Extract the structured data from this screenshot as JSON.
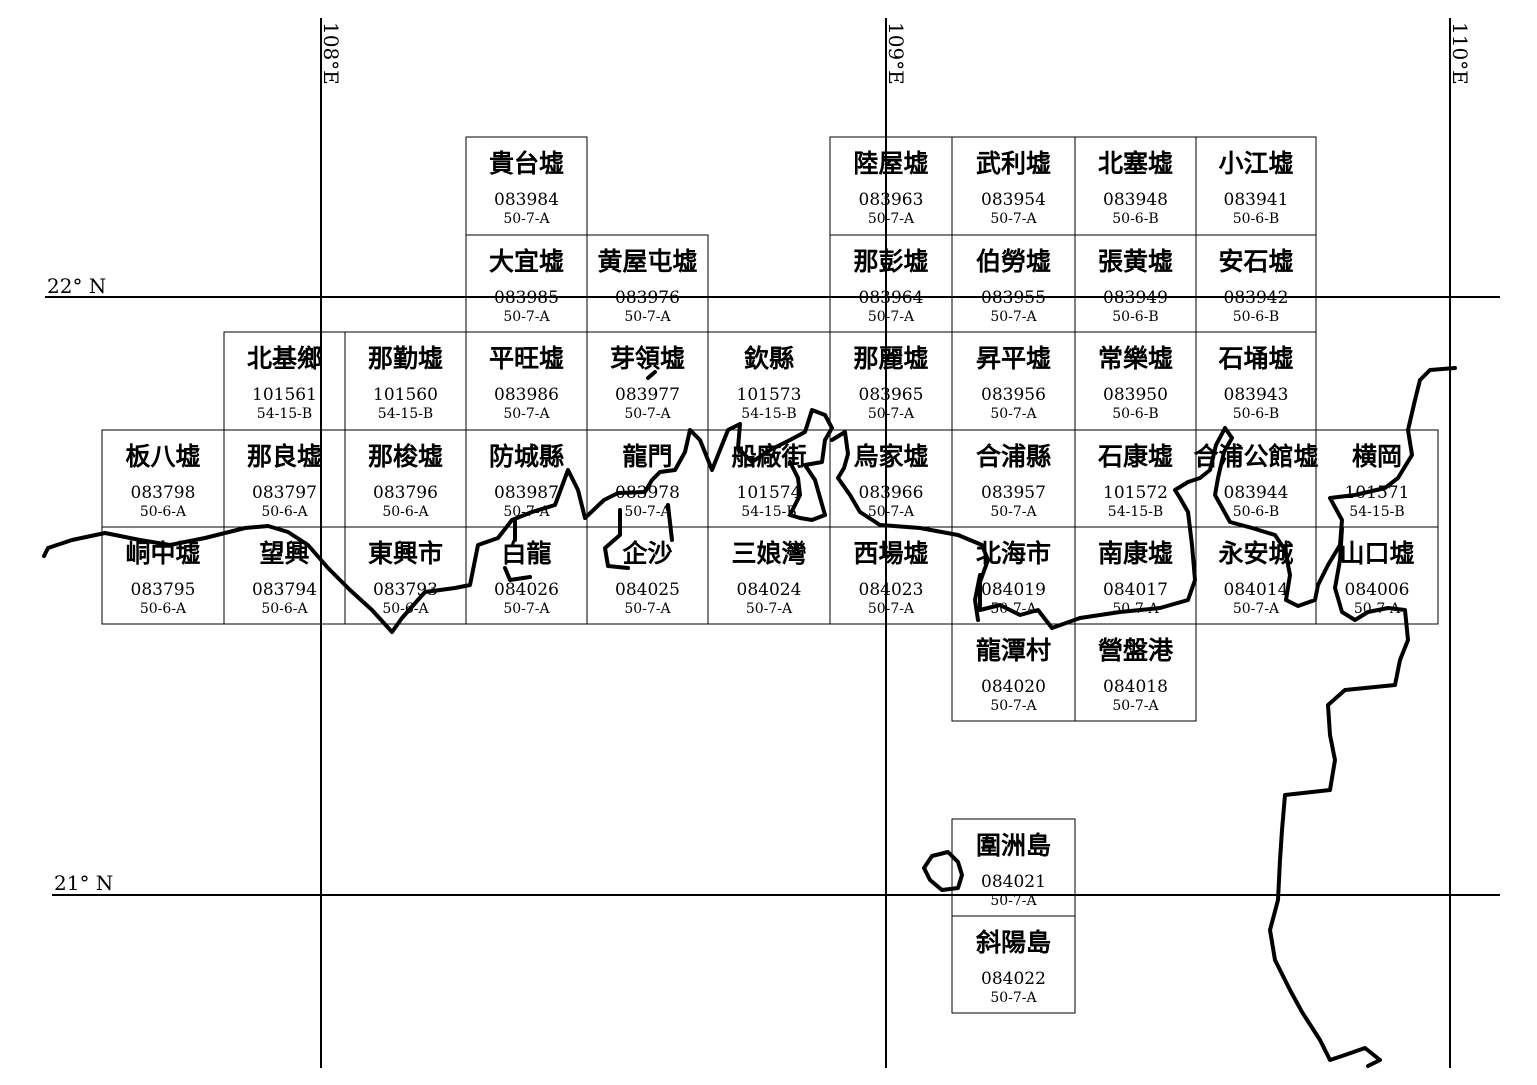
{
  "graticule": {
    "longitudes": [
      "108°E",
      "109°E",
      "110°E"
    ],
    "latitudes": [
      "22° N",
      "21° N"
    ]
  },
  "tiles": [
    {
      "name": "貴台墟",
      "code": "083984",
      "sheet": "50-7-A"
    },
    {
      "name": "陸屋墟",
      "code": "083963",
      "sheet": "50-7-A"
    },
    {
      "name": "武利墟",
      "code": "083954",
      "sheet": "50-7-A"
    },
    {
      "name": "北塞墟",
      "code": "083948",
      "sheet": "50-6-B"
    },
    {
      "name": "小江墟",
      "code": "083941",
      "sheet": "50-6-B"
    },
    {
      "name": "大宜墟",
      "code": "083985",
      "sheet": "50-7-A"
    },
    {
      "name": "黄屋屯墟",
      "code": "083976",
      "sheet": "50-7-A"
    },
    {
      "name": "那彭墟",
      "code": "083964",
      "sheet": "50-7-A"
    },
    {
      "name": "伯勞墟",
      "code": "083955",
      "sheet": "50-7-A"
    },
    {
      "name": "張黄墟",
      "code": "083949",
      "sheet": "50-6-B"
    },
    {
      "name": "安石墟",
      "code": "083942",
      "sheet": "50-6-B"
    },
    {
      "name": "北基鄉",
      "code": "101561",
      "sheet": "54-15-B"
    },
    {
      "name": "那勤墟",
      "code": "101560",
      "sheet": "54-15-B"
    },
    {
      "name": "平旺墟",
      "code": "083986",
      "sheet": "50-7-A"
    },
    {
      "name": "芽領墟",
      "code": "083977",
      "sheet": "50-7-A"
    },
    {
      "name": "欽縣",
      "code": "101573",
      "sheet": "54-15-B"
    },
    {
      "name": "那麗墟",
      "code": "083965",
      "sheet": "50-7-A"
    },
    {
      "name": "昇平墟",
      "code": "083956",
      "sheet": "50-7-A"
    },
    {
      "name": "常樂墟",
      "code": "083950",
      "sheet": "50-6-B"
    },
    {
      "name": "石埇墟",
      "code": "083943",
      "sheet": "50-6-B"
    },
    {
      "name": "板八墟",
      "code": "083798",
      "sheet": "50-6-A"
    },
    {
      "name": "那良墟",
      "code": "083797",
      "sheet": "50-6-A"
    },
    {
      "name": "那梭墟",
      "code": "083796",
      "sheet": "50-6-A"
    },
    {
      "name": "防城縣",
      "code": "083987",
      "sheet": "50-7-A"
    },
    {
      "name": "龍門",
      "code": "083978",
      "sheet": "50-7-A"
    },
    {
      "name": "船廠街",
      "code": "101574",
      "sheet": "54-15-B"
    },
    {
      "name": "烏家墟",
      "code": "083966",
      "sheet": "50-7-A"
    },
    {
      "name": "合浦縣",
      "code": "083957",
      "sheet": "50-7-A"
    },
    {
      "name": "石康墟",
      "code": "101572",
      "sheet": "54-15-B"
    },
    {
      "name": "合浦公館墟",
      "code": "083944",
      "sheet": "50-6-B"
    },
    {
      "name": "横岡",
      "code": "101571",
      "sheet": "54-15-B"
    },
    {
      "name": "峒中墟",
      "code": "083795",
      "sheet": "50-6-A"
    },
    {
      "name": "望興",
      "code": "083794",
      "sheet": "50-6-A"
    },
    {
      "name": "東興市",
      "code": "083793",
      "sheet": "50-6-A"
    },
    {
      "name": "白龍",
      "code": "084026",
      "sheet": "50-7-A"
    },
    {
      "name": "企沙",
      "code": "084025",
      "sheet": "50-7-A"
    },
    {
      "name": "三娘灣",
      "code": "084024",
      "sheet": "50-7-A"
    },
    {
      "name": "西場墟",
      "code": "084023",
      "sheet": "50-7-A"
    },
    {
      "name": "北海市",
      "code": "084019",
      "sheet": "50-7-A"
    },
    {
      "name": "南康墟",
      "code": "084017",
      "sheet": "50-7-A"
    },
    {
      "name": "永安城",
      "code": "084014",
      "sheet": "50-7-A"
    },
    {
      "name": "山口墟",
      "code": "084006",
      "sheet": "50-7-A"
    },
    {
      "name": "龍潭村",
      "code": "084020",
      "sheet": "50-7-A"
    },
    {
      "name": "營盤港",
      "code": "084018",
      "sheet": "50-7-A"
    },
    {
      "name": "圍洲島",
      "code": "084021",
      "sheet": "50-7-A"
    },
    {
      "name": "斜陽島",
      "code": "084022",
      "sheet": "50-7-A"
    }
  ]
}
